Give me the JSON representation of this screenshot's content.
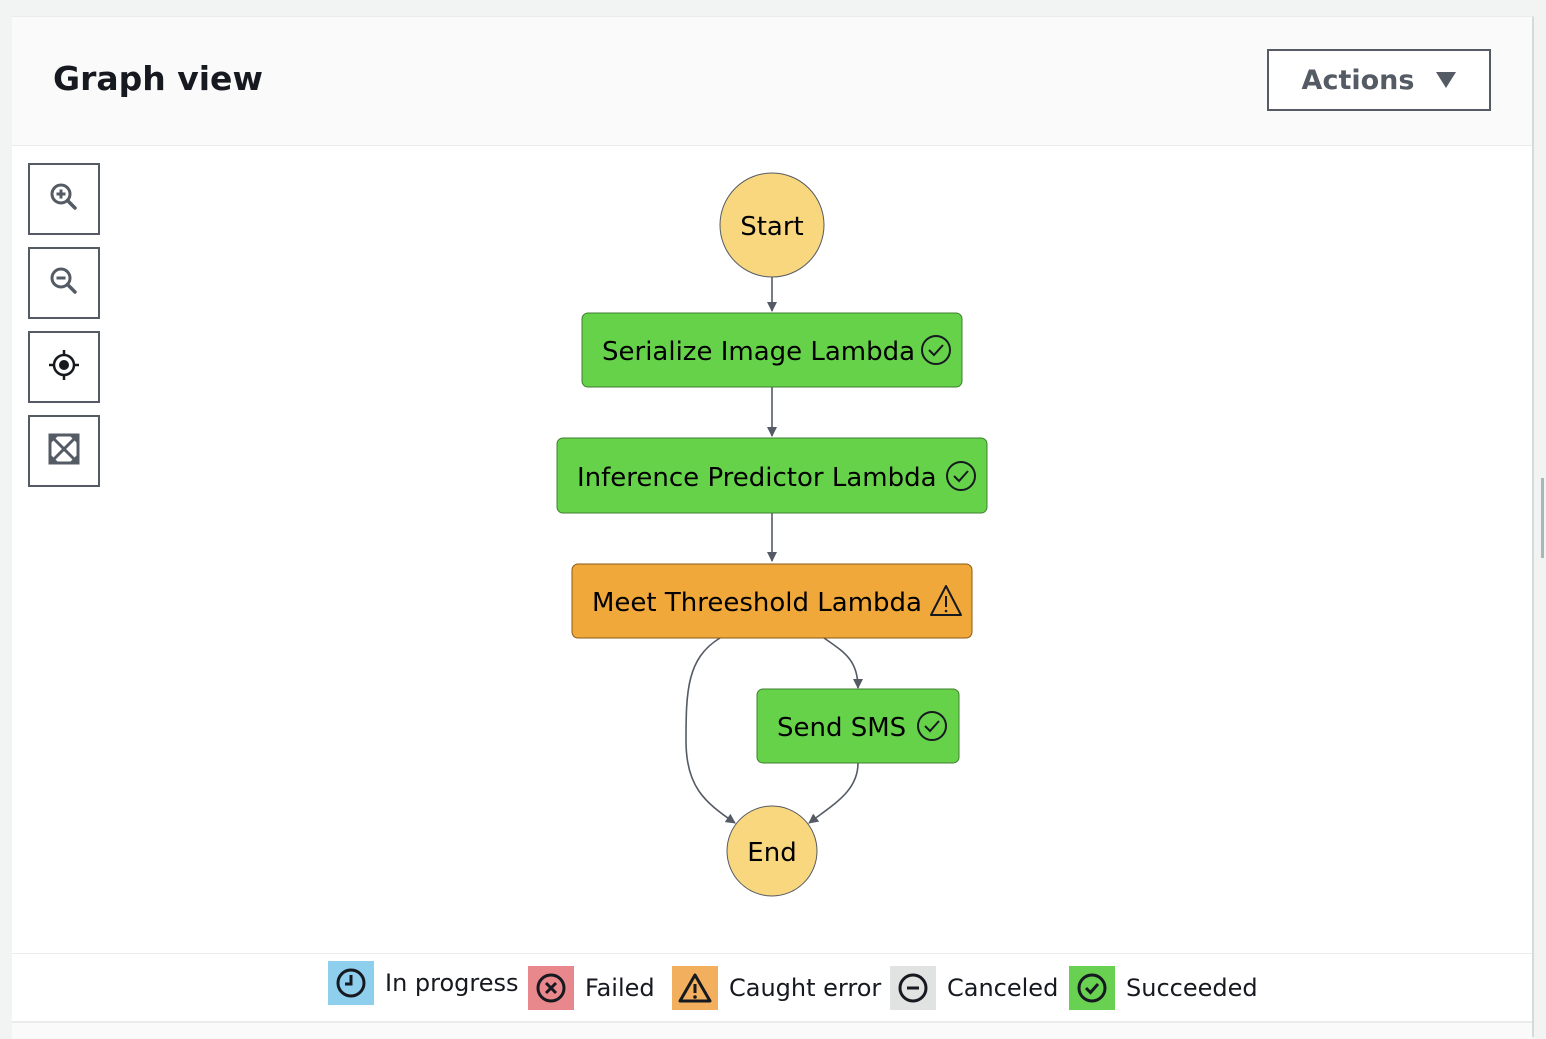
{
  "header": {
    "title": "Graph view",
    "actions_label": "Actions"
  },
  "zoom_controls": [
    {
      "name": "zoom-in-button",
      "icon": "zoom-in-icon"
    },
    {
      "name": "zoom-out-button",
      "icon": "zoom-out-icon"
    },
    {
      "name": "center-button",
      "icon": "crosshair-icon"
    },
    {
      "name": "fit-to-view-button",
      "icon": "expand-icon"
    }
  ],
  "graph": {
    "nodes": {
      "start": {
        "label": "Start",
        "kind": "terminal"
      },
      "serialize": {
        "label": "Serialize Image Lambda",
        "status": "Succeeded"
      },
      "inference": {
        "label": "Inference Predictor Lambda",
        "status": "Succeeded"
      },
      "threshold": {
        "label": "Meet Threeshold Lambda",
        "status": "Caught error"
      },
      "sms": {
        "label": "Send SMS",
        "status": "Succeeded"
      },
      "end": {
        "label": "End",
        "kind": "terminal"
      }
    },
    "edges": [
      [
        "start",
        "serialize"
      ],
      [
        "serialize",
        "inference"
      ],
      [
        "inference",
        "threshold"
      ],
      [
        "threshold",
        "sms"
      ],
      [
        "threshold",
        "end"
      ],
      [
        "sms",
        "end"
      ]
    ]
  },
  "legend": [
    {
      "label": "In progress",
      "color": "#8fcfee",
      "icon": "clock-icon"
    },
    {
      "label": "Failed",
      "color": "#e8888c",
      "icon": "x-circle-icon"
    },
    {
      "label": "Caught error",
      "color": "#f2b05e",
      "icon": "warning-icon"
    },
    {
      "label": "Canceled",
      "color": "#e1e3e3",
      "icon": "minus-circle-icon"
    },
    {
      "label": "Succeeded",
      "color": "#69d152",
      "icon": "check-circle-icon"
    }
  ],
  "colors": {
    "terminal": "#f8d77f",
    "succeeded": "#66d24a",
    "caught_error": "#f1a83a"
  }
}
